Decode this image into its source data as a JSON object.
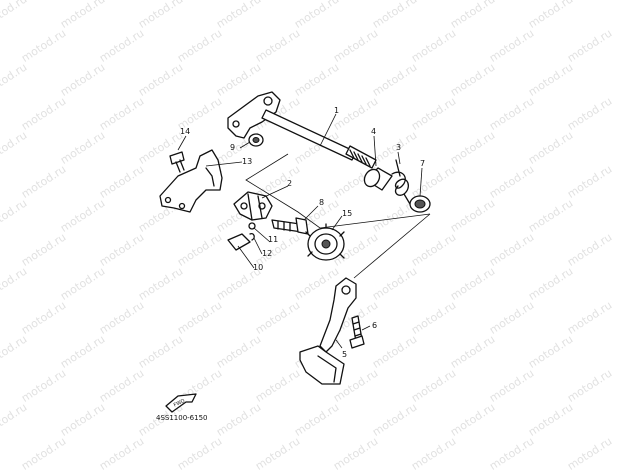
{
  "watermark": "motod.ru",
  "callouts": {
    "c1": "1",
    "c2": "2",
    "c3": "3",
    "c4": "4",
    "c5": "5",
    "c6": "6",
    "c7": "7",
    "c8": "8",
    "c9": "9",
    "c10": "10",
    "c11": "11",
    "c12": "12",
    "c13": "13",
    "c14": "14",
    "c15": "15"
  },
  "fwd_label": "FWD",
  "diagram_code": "4SS1100-6150"
}
